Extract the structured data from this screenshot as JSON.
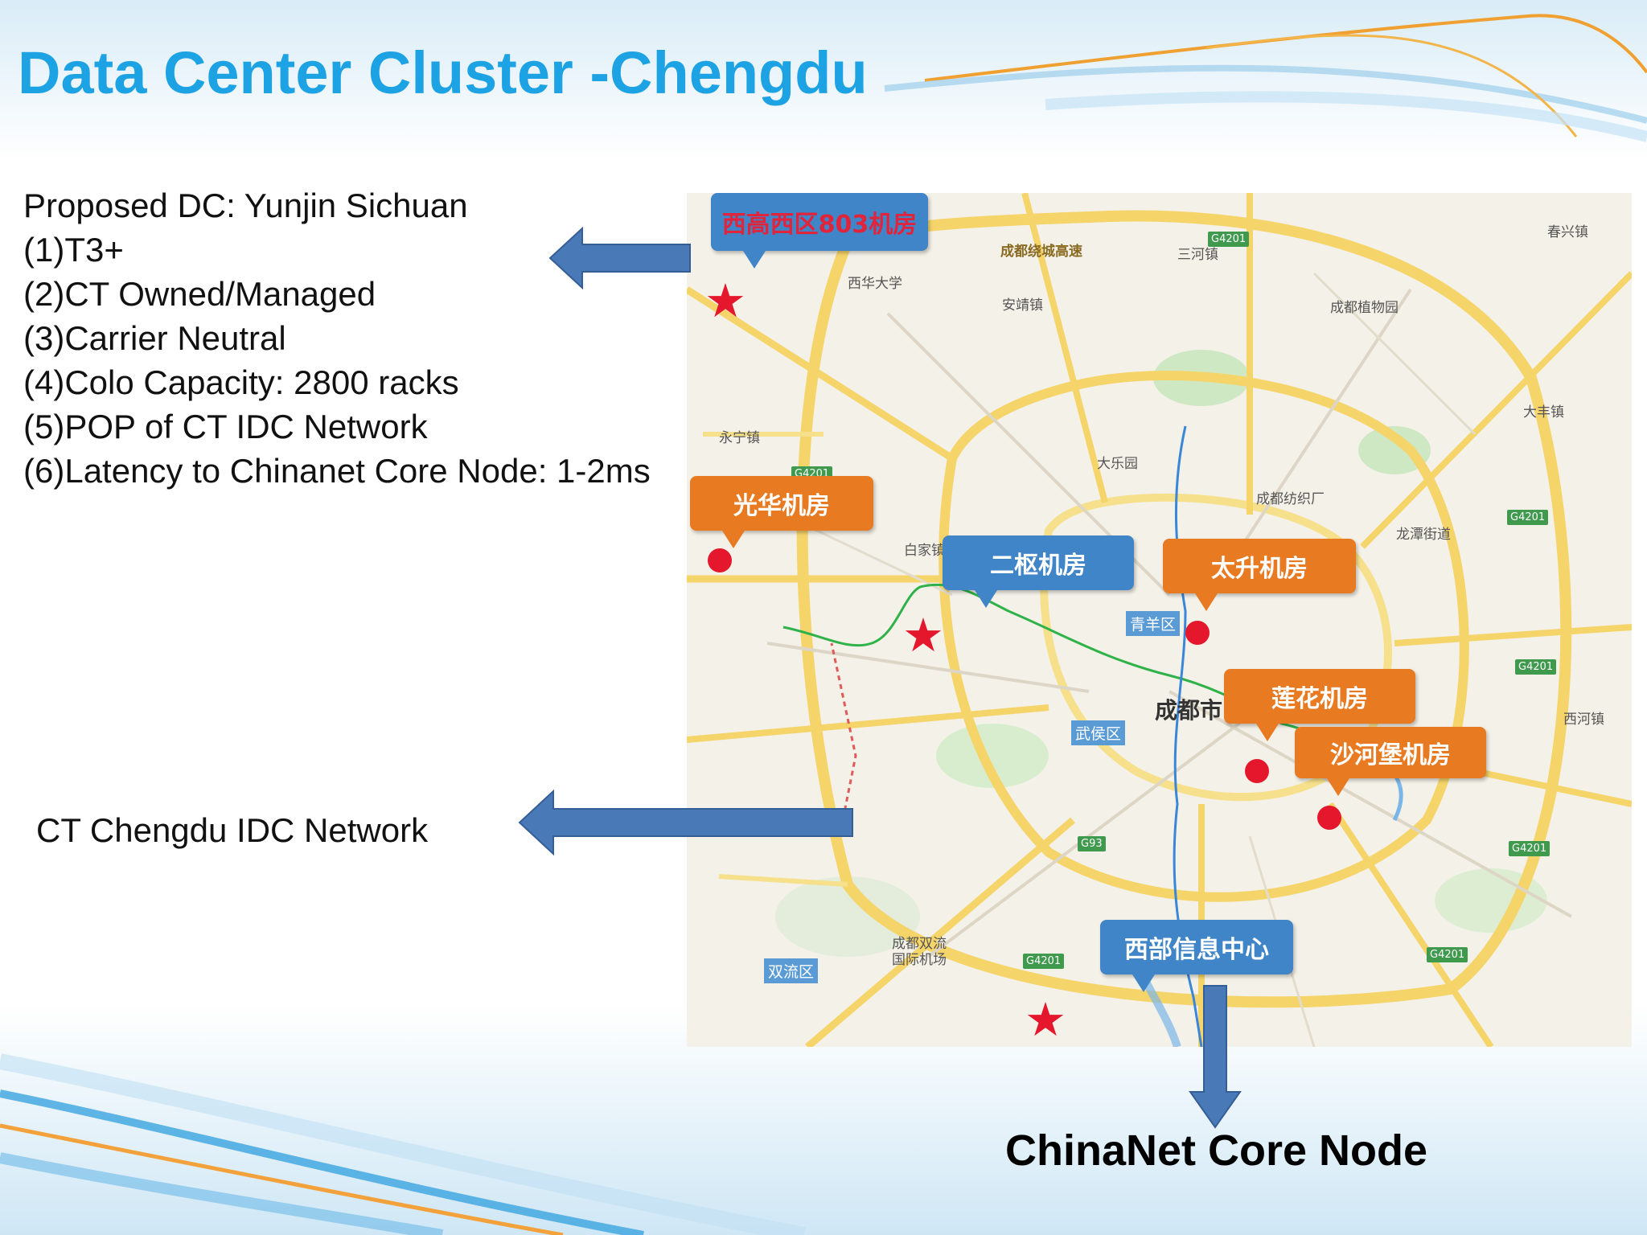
{
  "slide": {
    "title": "Data Center Cluster -Chengdu",
    "specs": [
      "Proposed DC: Yunjin Sichuan",
      "(1)T3+",
      "(2)CT Owned/Managed",
      "(3)Carrier Neutral",
      "(4)Colo Capacity: 2800 racks",
      "(5)POP of CT IDC Network",
      "(6)Latency to Chinanet Core Node: 1-2ms"
    ],
    "network_label": "CT Chengdu IDC Network",
    "core_label": "ChinaNet Core Node"
  },
  "map": {
    "callouts": {
      "xigao": "西高西区803机房",
      "guanghua": "光华机房",
      "erhuan": "二枢机房",
      "taisheng": "太升机房",
      "lianhua": "莲花机房",
      "shahebao": "沙河堡机房",
      "xibu": "西部信息中心"
    },
    "city": "成都市",
    "districts": {
      "qingyang": "青羊区",
      "wuhou": "武侯区",
      "shuangliu": "双流区"
    },
    "places": {
      "xinan_univ": "西华大学",
      "anjing": "安靖镇",
      "ring_road": "成都绕城高速",
      "yongning": "永宁镇",
      "sanhe": "三河镇",
      "museum": "成都植物园",
      "chunxing": "春兴镇",
      "baijia": "白家镇",
      "shuangliu_airport": "成都双流国际机场",
      "daleshan": "大乐园",
      "textile": "成都纺织厂",
      "longtan": "龙潭街道",
      "xihe": "西河镇",
      "dafeng": "大丰镇"
    },
    "road_badges": [
      "G4201",
      "G4201",
      "G4201",
      "G93",
      "G4201",
      "G4201",
      "G4201",
      "G4201"
    ]
  },
  "colors": {
    "title": "#1da2e3",
    "arrow": "#4a79b8",
    "callout_blue": "#3f85c8",
    "callout_orange": "#e87a22",
    "marker_red": "#e4172d"
  }
}
